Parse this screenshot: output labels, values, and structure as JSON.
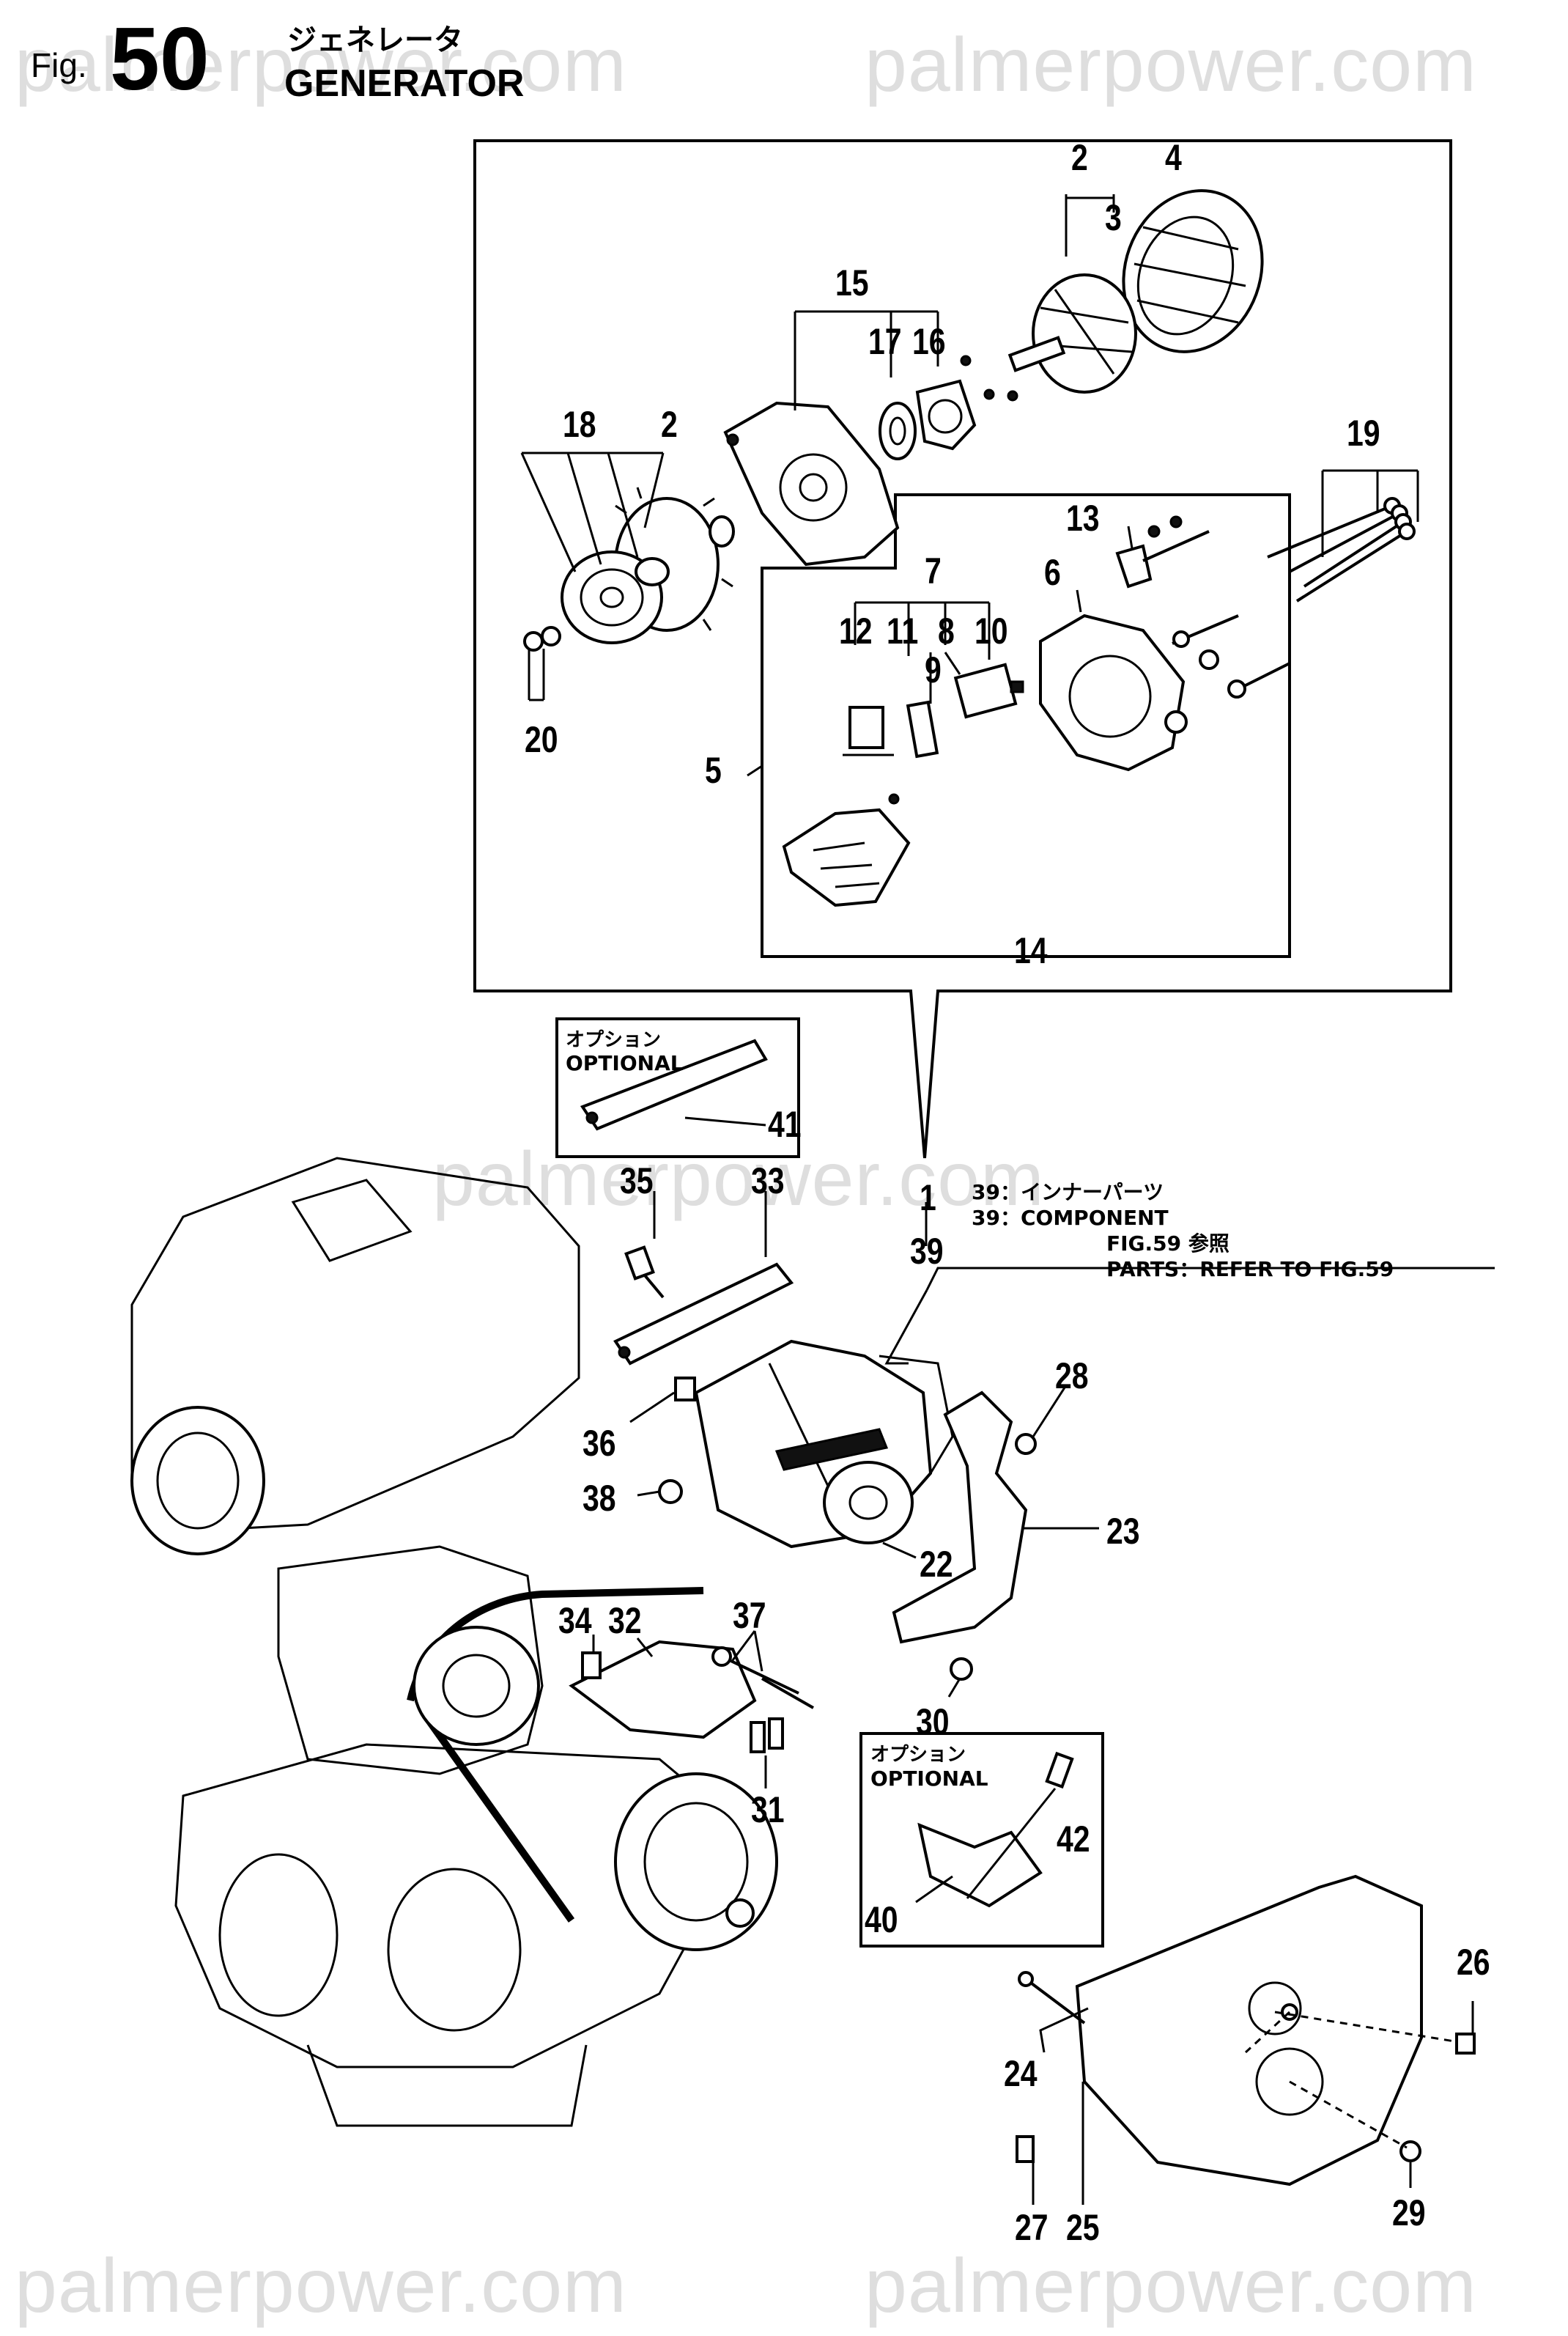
{
  "header": {
    "fig_prefix": "Fig.",
    "fig_number": "50",
    "title_jp": "ジェネレータ",
    "title_en": "GENERATOR"
  },
  "watermark": "palmerpower.com",
  "optional_boxes": [
    {
      "label_jp": "オプション",
      "label_en": "OPTIONAL"
    },
    {
      "label_jp": "オプション",
      "label_en": "OPTIONAL"
    }
  ],
  "component_note": {
    "line1": "39：インナーパーツ",
    "line2": "39：COMPONENT",
    "line3": "FIG.59 参照",
    "line4": "PARTS：REFER TO FIG.59"
  },
  "part_labels": {
    "p1": "1",
    "p2a": "2",
    "p2b": "2",
    "p3": "3",
    "p4": "4",
    "p5": "5",
    "p6": "6",
    "p7": "7",
    "p8": "8",
    "p9": "9",
    "p10": "10",
    "p11": "11",
    "p12": "12",
    "p13": "13",
    "p14": "14",
    "p15": "15",
    "p16": "16",
    "p17": "17",
    "p18": "18",
    "p19": "19",
    "p20": "20",
    "p22": "22",
    "p23": "23",
    "p24": "24",
    "p25": "25",
    "p26": "26",
    "p27": "27",
    "p28": "28",
    "p29": "29",
    "p30": "30",
    "p31": "31",
    "p32": "32",
    "p33": "33",
    "p34": "34",
    "p35": "35",
    "p36": "36",
    "p37": "37",
    "p38": "38",
    "p39": "39",
    "p40": "40",
    "p41": "41",
    "p42": "42"
  }
}
